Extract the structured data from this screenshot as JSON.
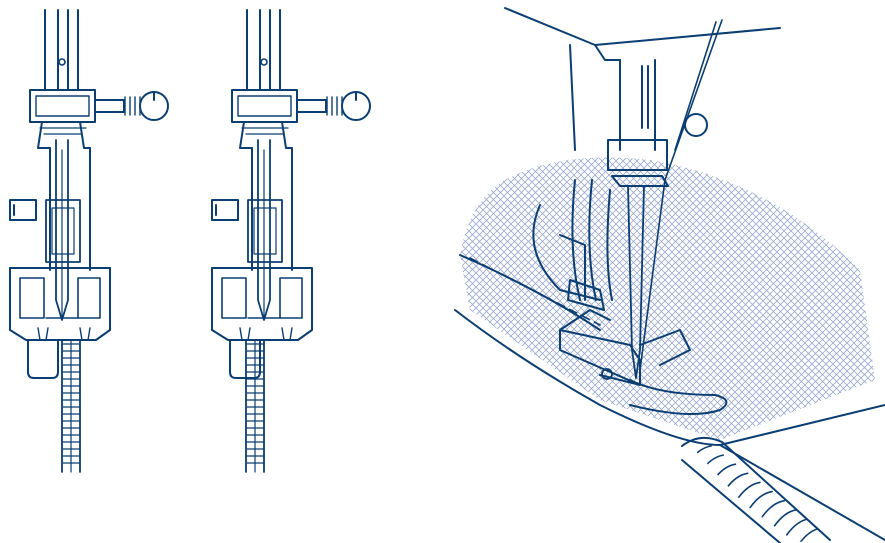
{
  "diagram": {
    "colors": {
      "line": "#0b3e73",
      "mesh": "#9aa9cf",
      "background": "#ffffff"
    },
    "panels": [
      {
        "name": "zipper-foot-left-needle-position"
      },
      {
        "name": "zipper-foot-right-needle-position"
      },
      {
        "name": "zipper-foot-sewing-cord-on-fabric"
      }
    ]
  }
}
